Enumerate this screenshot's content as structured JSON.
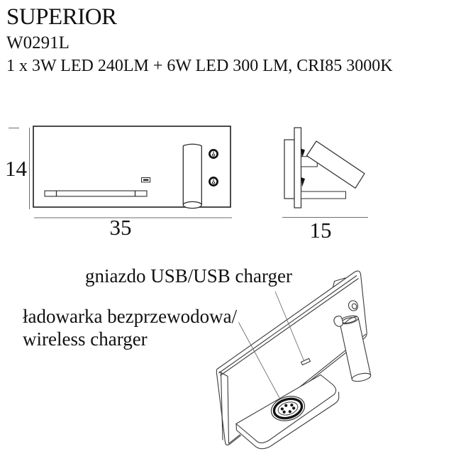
{
  "product": {
    "title": "SUPERIOR",
    "model": "W0291L",
    "spec": "1 x 3W LED 240LM + 6W LED 300 LM, CRI85 3000K"
  },
  "dimensions": {
    "height": "14",
    "width": "35",
    "depth": "15"
  },
  "labels": {
    "usb": "gniazdo USB/USB charger",
    "wireless_pl": "ładowarka bezprzewodowa/",
    "wireless_en": "wireless charger"
  },
  "colors": {
    "drawing_line": "#2b2b2b",
    "thin_line": "#6e6e6e",
    "fill_dark": "#111111",
    "text": "#111111",
    "background": "#ffffff"
  }
}
